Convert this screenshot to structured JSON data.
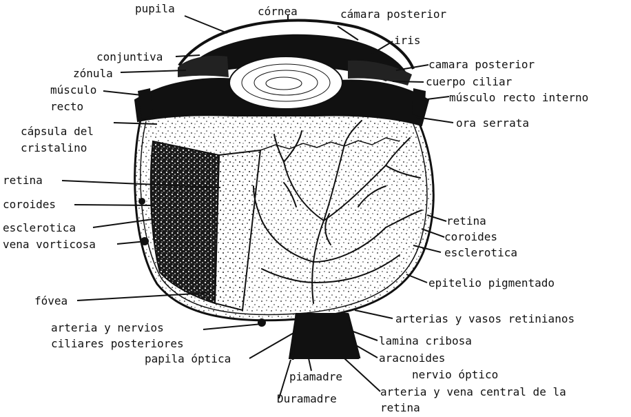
{
  "labels": {
    "pupila": "pupila",
    "cornea": "córnea",
    "camara_posterior_top": "cámara posterior",
    "iris": "iris",
    "conjuntiva": "conjuntiva",
    "camara_posterior_right": "camara posterior",
    "zonula": "zónula",
    "cuerpo_ciliar": "cuerpo ciliar",
    "musculo_recto_1": "músculo",
    "musculo_recto_2": "recto",
    "musculo_recto_interno": "músculo recto interno",
    "ora_serrata": "ora serrata",
    "capsula_1": "cápsula del",
    "capsula_2": "cristalino",
    "retina_left": "retina",
    "coroides_left": "coroides",
    "esclerotica_left": "esclerotica",
    "vena_vorticosa": "vena vorticosa",
    "retina_right": "retina",
    "coroides_right": "coroides",
    "esclerotica_right": "esclerotica",
    "epitelio": "epitelio pigmentado",
    "fovea": "fóvea",
    "arterias_vasos": "arterias y vasos retinianos",
    "arteria_nervios_1": "arteria y nervios",
    "arteria_nervios_2": "ciliares posteriores",
    "lamina_cribosa": "lamina cribosa",
    "papila_optica": "papila óptica",
    "aracnoides": "aracnoides",
    "nervio_optico": "nervio óptico",
    "piamadre": "piamadre",
    "arteria_vena_1": "arteria y vena central de la",
    "arteria_vena_2": "retina",
    "duramadre": "Duramadre"
  },
  "colors": {
    "ink": "#111111",
    "paper": "#ffffff"
  }
}
